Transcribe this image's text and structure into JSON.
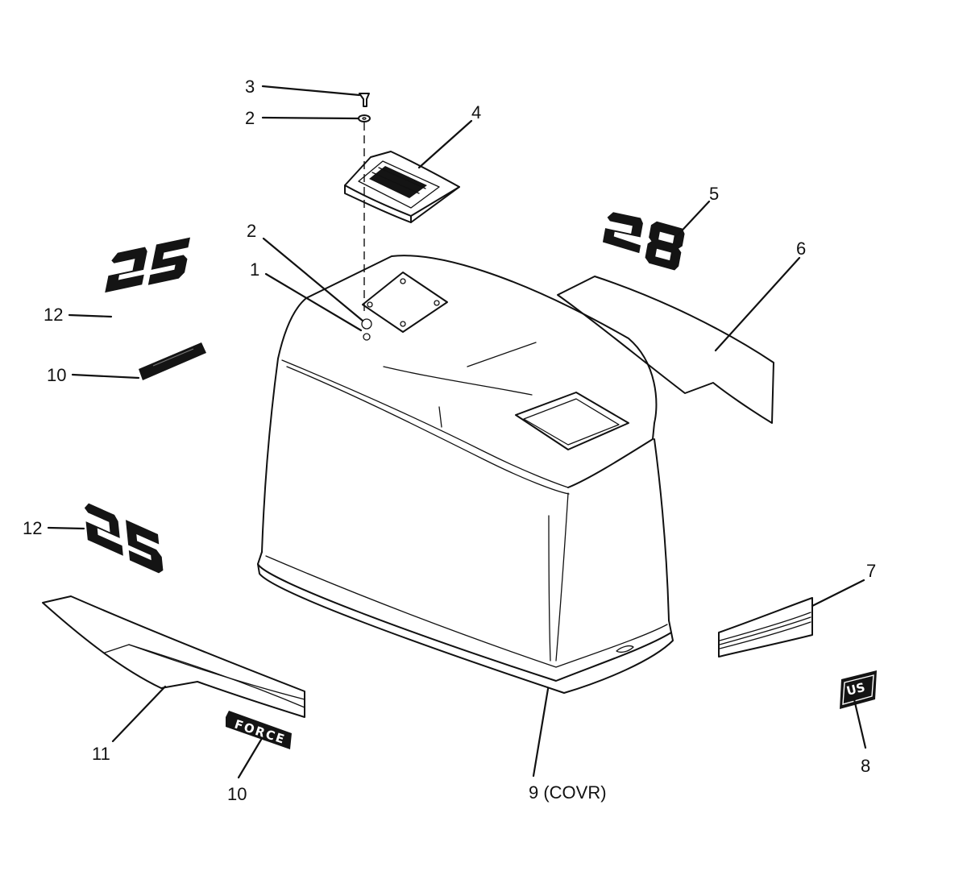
{
  "callouts": [
    {
      "id": "c3",
      "text": "3"
    },
    {
      "id": "c2a",
      "text": "2"
    },
    {
      "id": "c4",
      "text": "4"
    },
    {
      "id": "c5",
      "text": "5"
    },
    {
      "id": "c6",
      "text": "6"
    },
    {
      "id": "c2b",
      "text": "2"
    },
    {
      "id": "c1",
      "text": "1"
    },
    {
      "id": "c12a",
      "text": "12"
    },
    {
      "id": "c10a",
      "text": "10"
    },
    {
      "id": "c12b",
      "text": "12"
    },
    {
      "id": "c7",
      "text": "7"
    },
    {
      "id": "c11",
      "text": "11"
    },
    {
      "id": "c10b",
      "text": "10"
    },
    {
      "id": "c9",
      "text": "9 (COVR)"
    },
    {
      "id": "c8",
      "text": "8"
    }
  ],
  "decals": {
    "force_text": "FORCE",
    "us_text": "US"
  },
  "colors": {
    "ink": "#111111",
    "paper": "#ffffff"
  }
}
